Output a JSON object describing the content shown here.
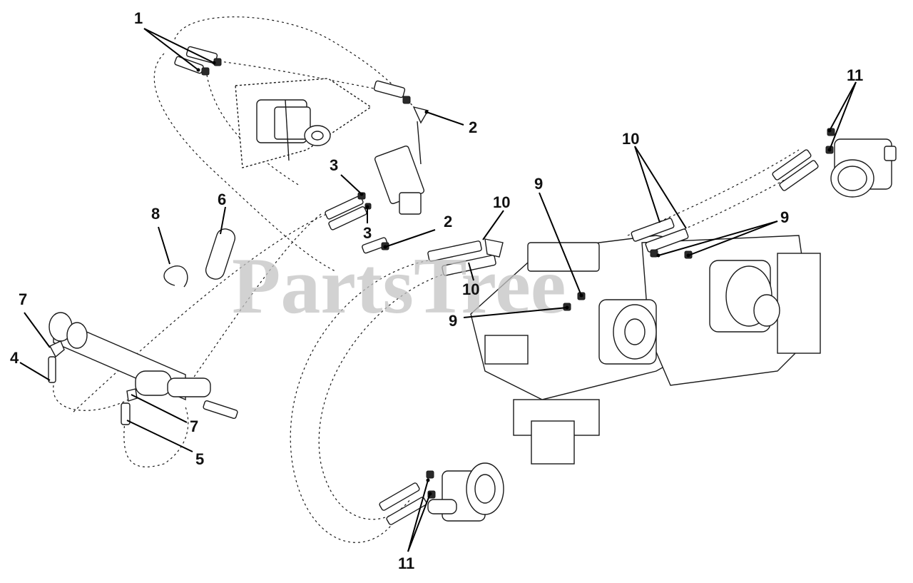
{
  "watermark": {
    "text": "PartsTree",
    "color": "#c4c4c4"
  },
  "callouts": [
    {
      "id": "c1",
      "label": "1"
    },
    {
      "id": "c2a",
      "label": "2"
    },
    {
      "id": "c2b",
      "label": "2"
    },
    {
      "id": "c3a",
      "label": "3"
    },
    {
      "id": "c3b",
      "label": "3"
    },
    {
      "id": "c4",
      "label": "4"
    },
    {
      "id": "c5",
      "label": "5"
    },
    {
      "id": "c6",
      "label": "6"
    },
    {
      "id": "c7a",
      "label": "7"
    },
    {
      "id": "c7b",
      "label": "7"
    },
    {
      "id": "c8",
      "label": "8"
    },
    {
      "id": "c9a",
      "label": "9"
    },
    {
      "id": "c9b",
      "label": "9"
    },
    {
      "id": "c9c",
      "label": "9"
    },
    {
      "id": "c10a",
      "label": "10"
    },
    {
      "id": "c10b",
      "label": "10"
    },
    {
      "id": "c10c",
      "label": "10"
    },
    {
      "id": "c11a",
      "label": "11"
    },
    {
      "id": "c11b",
      "label": "11"
    }
  ],
  "colors": {
    "line": "#1a1a1a",
    "background": "#ffffff"
  }
}
